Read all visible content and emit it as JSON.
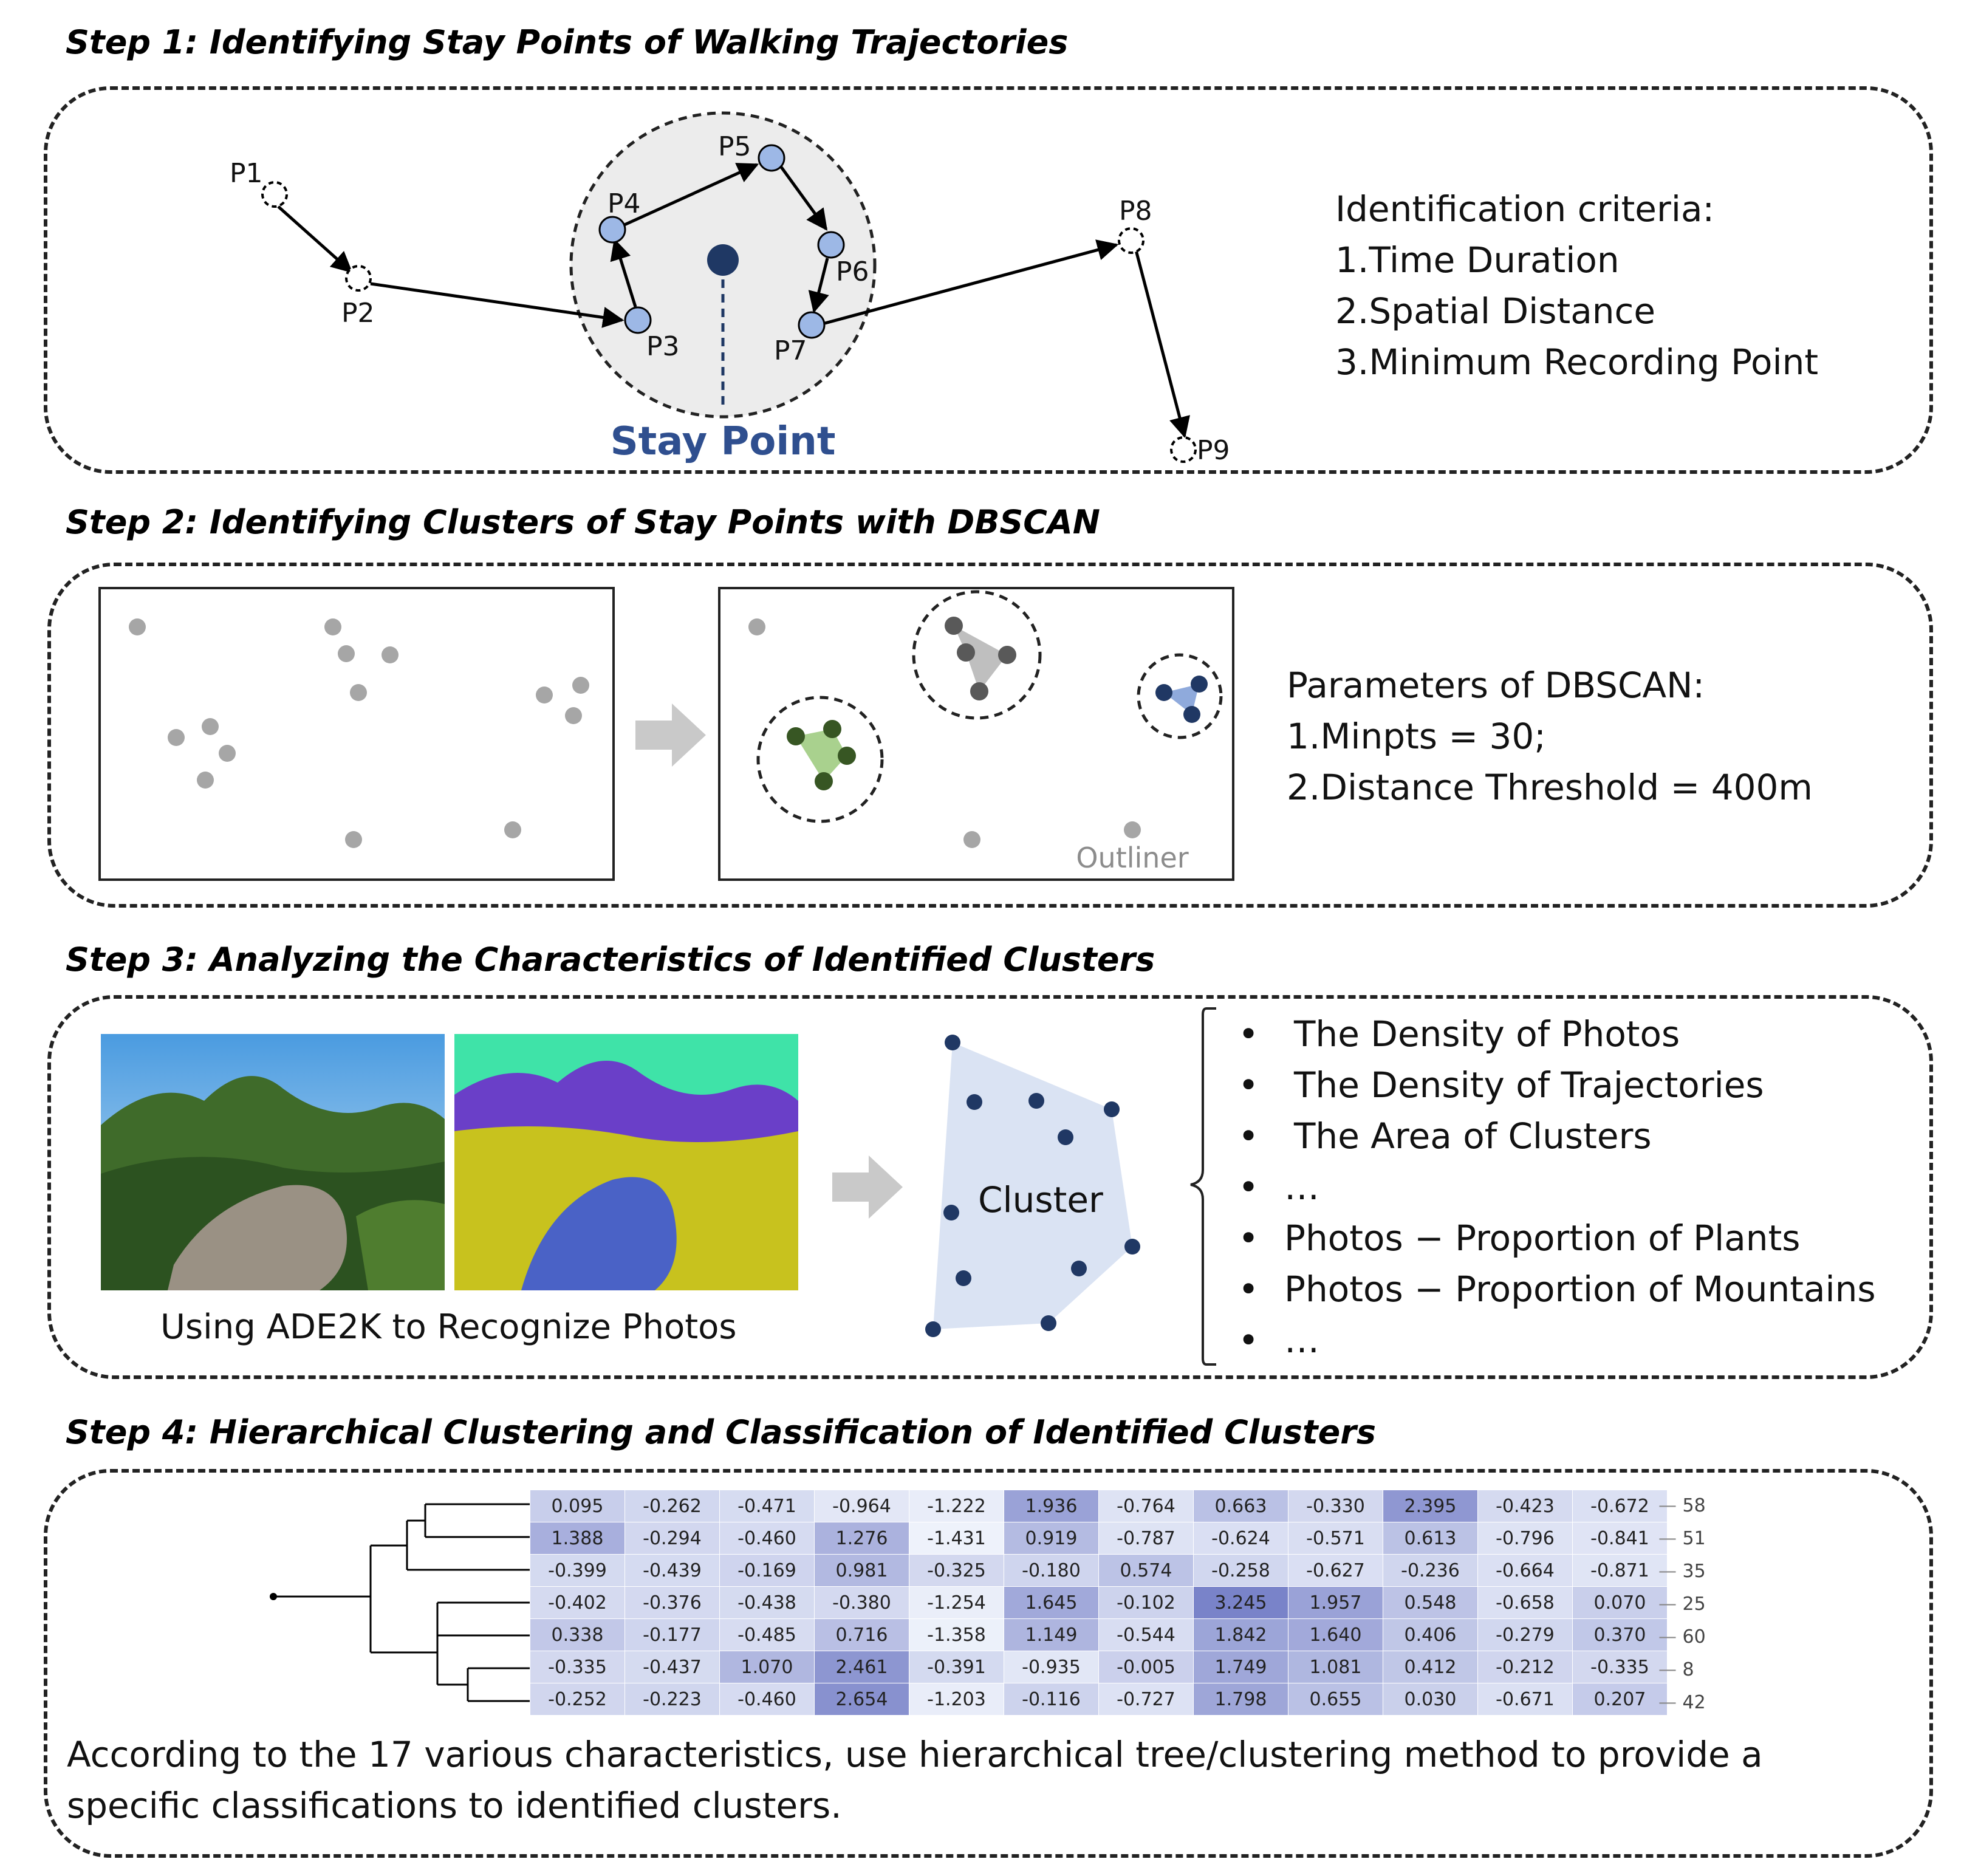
{
  "step1": {
    "title": "Step 1: Identifying Stay Points of Walking Trajectories",
    "points": [
      "P1",
      "P2",
      "P3",
      "P4",
      "P5",
      "P6",
      "P7",
      "P8",
      "P9"
    ],
    "stay_point_label": "Stay Point",
    "criteria_title": "Identification criteria:",
    "criteria": [
      "1.Time Duration",
      "2.Spatial Distance",
      "3.Minimum Recording Point"
    ]
  },
  "step2": {
    "title": "Step 2: Identifying Clusters of Stay Points with DBSCAN",
    "outlier_label": "Outliner",
    "params_title": "Parameters of DBSCAN:",
    "params": [
      "1.Minpts = 30;",
      "2.Distance Threshold = 400m"
    ]
  },
  "step3": {
    "title": "Step 3: Analyzing the Characteristics of Identified Clusters",
    "photo_caption": "Using ADE2K to Recognize Photos",
    "cluster_label": "Cluster",
    "bullets": [
      "The Density of Photos",
      "The Density of Trajectories",
      "The Area of Clusters",
      "…",
      "Photos − Proportion of Plants",
      "Photos − Proportion of Mountains",
      "…"
    ]
  },
  "step4": {
    "title": "Step 4: Hierarchical Clustering and Classification of Identified Clusters",
    "row_labels": [
      "58",
      "51",
      "35",
      "25",
      "60",
      "8",
      "42"
    ],
    "matrix": [
      [
        "0.095",
        "-0.262",
        "-0.471",
        "-0.964",
        "-1.222",
        "1.936",
        "-0.764",
        "0.663",
        "-0.330",
        "2.395",
        "-0.423",
        "-0.672"
      ],
      [
        "1.388",
        "-0.294",
        "-0.460",
        "1.276",
        "-1.431",
        "0.919",
        "-0.787",
        "-0.624",
        "-0.571",
        "0.613",
        "-0.796",
        "-0.841"
      ],
      [
        "-0.399",
        "-0.439",
        "-0.169",
        "0.981",
        "-0.325",
        "-0.180",
        "0.574",
        "-0.258",
        "-0.627",
        "-0.236",
        "-0.664",
        "-0.871"
      ],
      [
        "-0.402",
        "-0.376",
        "-0.438",
        "-0.380",
        "-1.254",
        "1.645",
        "-0.102",
        "3.245",
        "1.957",
        "0.548",
        "-0.658",
        "0.070"
      ],
      [
        "0.338",
        "-0.177",
        "-0.485",
        "0.716",
        "-1.358",
        "1.149",
        "-0.544",
        "1.842",
        "1.640",
        "0.406",
        "-0.279",
        "0.370"
      ],
      [
        "-0.335",
        "-0.437",
        "1.070",
        "2.461",
        "-0.391",
        "-0.935",
        "-0.005",
        "1.749",
        "1.081",
        "0.412",
        "-0.212",
        "-0.335"
      ],
      [
        "-0.252",
        "-0.223",
        "-0.460",
        "2.654",
        "-1.203",
        "-0.116",
        "-0.727",
        "1.798",
        "0.655",
        "0.030",
        "-0.671",
        "0.207"
      ]
    ],
    "description": "According to the 17 various characteristics, use hierarchical tree/clustering method to provide a specific classifications to identified clusters."
  },
  "colors": {
    "point_fill": "#9db8e6",
    "stay_center": "#1f3864",
    "gray_point": "#a6a6a6",
    "green_cluster": "#375623",
    "dark_cluster": "#595959",
    "blue_cluster": "#203864",
    "cluster_poly": "#dae3f3"
  }
}
